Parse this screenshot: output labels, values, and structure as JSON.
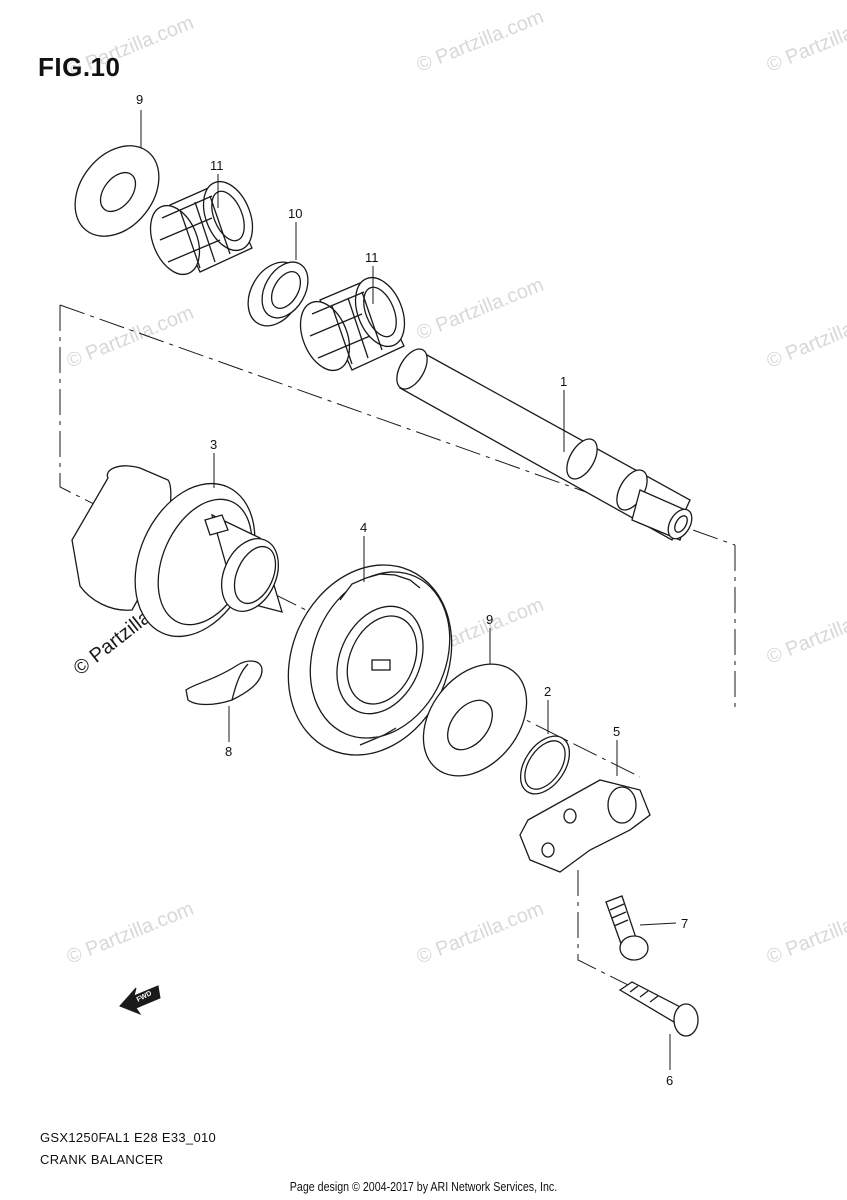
{
  "figure": {
    "title": "FIG.10"
  },
  "callouts": [
    {
      "id": "c9a",
      "label": "9"
    },
    {
      "id": "c11a",
      "label": "11"
    },
    {
      "id": "c10",
      "label": "10"
    },
    {
      "id": "c11b",
      "label": "11"
    },
    {
      "id": "c1",
      "label": "1"
    },
    {
      "id": "c3",
      "label": "3"
    },
    {
      "id": "c4",
      "label": "4"
    },
    {
      "id": "c9b",
      "label": "9"
    },
    {
      "id": "c2",
      "label": "2"
    },
    {
      "id": "c5",
      "label": "5"
    },
    {
      "id": "c8",
      "label": "8"
    },
    {
      "id": "c7",
      "label": "7"
    },
    {
      "id": "c6",
      "label": "6"
    }
  ],
  "fwd_marker": {
    "label": "FWD",
    "icon": "fwd-arrow-icon"
  },
  "watermark": {
    "text": "© Partzilla.com",
    "color": "#d8d8d8"
  },
  "footer": {
    "model_code": "GSX1250FAL1 E28 E33_010",
    "section_name": "CRANK BALANCER",
    "credits": "Page design © 2004-2017 by ARI Network Services, Inc."
  }
}
